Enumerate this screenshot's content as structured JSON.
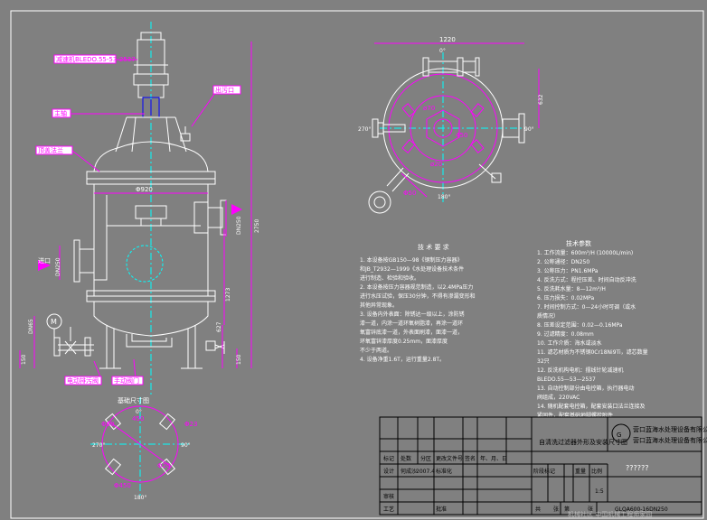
{
  "drawing": {
    "front_view": {
      "callouts": {
        "motor": "减速机BLEDO.55-53-2537",
        "outlet": "出污口",
        "shaft": "主轴",
        "top_flange": "顶盖法兰",
        "drain_valve": "电动排污阀",
        "manual_valve": "手动阀门"
      },
      "dims": {
        "dia": "Φ920",
        "outlet_dn": "DN250",
        "inlet_dn": "DN250",
        "dn65": "DN65",
        "height_total": "2750",
        "h1": "1273",
        "h2": "627",
        "h3": "150",
        "h4": "150"
      },
      "inlet_arrow_label": "进口",
      "motor_mark": "M"
    },
    "top_view": {
      "dims": {
        "width": "1220",
        "depth": "632",
        "a1": "ø70",
        "a2": "450",
        "a3": "ø20",
        "a4": "Φ50"
      },
      "angles": {
        "deg0": "0°",
        "deg90": "90°",
        "deg180": "180°",
        "deg270": "270°"
      }
    },
    "base_view": {
      "title": "基础尺寸图",
      "dims": {
        "d1": "Φ60",
        "d2": "450",
        "d3": "Φ23",
        "d4": "Φ450",
        "d5": "Φ20"
      },
      "angles": {
        "deg0": "0°",
        "deg90": "90°",
        "deg180": "180°",
        "deg270": "270°"
      }
    },
    "tech_requirements": {
      "title": "技 术 要 求",
      "lines": [
        "1. 本设备按GB150—98《钢制压力容器》",
        "和JB_T2932—1999《水处理设备技术条件",
        "进行制造、检验和验收。",
        "2. 本设备按压力容器规范制造，以2.4MPa压力",
        "进行水压试验，保压30分钟，不得有渗漏变形和",
        "其他异常现象。",
        "3. 设备内外表面：除锈达一级以上，涂防锈",
        "漆一道，内涂一道环氧树脂漆，再涂一道环",
        "氧富锌底漆一道，外表面刷漆，面漆一道，",
        "环氧富锌漆厚度0.25mm，面漆厚度",
        "不少于两道。",
        "4. 设备净重1.6T，运行重量2.8T。"
      ]
    },
    "tech_params": {
      "title": "技术参数",
      "lines": [
        "1. 工作流量：600m³/H (10000L/min)",
        "2. 公称通径：DN250",
        "3. 公称压力：PN1.6MPa",
        "4. 反洗方式：程控压差、时间自动反冲洗",
        "5. 反洗耗水量：8—12m³/H",
        "6. 压力损失：0.02MPa",
        "7. 时间控制方式：0—24小时可调（或水",
        "质情况）",
        "8. 压差设定范围：0.02—0.16MPa",
        "9. 过滤精度：0.08mm",
        "10. 工作介质：海水或淡水",
        "11. 滤芯材质为不锈钢0Cr18Ni9Ti，滤芯数量",
        "32只",
        "12. 反洗机构电机：摆线针轮减速机",
        "BLEDO.55—53—2537",
        "13. 自动控制部分由电控箱，执行器电动",
        "阀组成，220VAC",
        "14. 随机配套电控箱，配套安装口法兰连接及",
        "紧固件，配套基础地脚螺栓附件"
      ]
    },
    "title_block": {
      "product": "自清洗过滤器外形及安装尺寸图",
      "company1": "营口蓝海水处理设备有限公司",
      "company2": "营口蓝海水处理设备有限公司",
      "drawing_no": "GLQA600-16DN250",
      "question": "??????",
      "scale_value": "1:5",
      "headers": {
        "mark": "标记",
        "qty": "处数",
        "zone": "分区",
        "change_no": "更改文件号",
        "sign": "签名",
        "date": "年、月、日",
        "design": "设计",
        "standard": "标准化",
        "stage": "阶段标记",
        "weight": "重量",
        "ratio": "比例",
        "review": "审核",
        "process": "工艺",
        "approve": "批准",
        "total": "共",
        "sheet": "张",
        "page": "第",
        "page_sheet": "张"
      },
      "designer": "何成沙",
      "design_date": "2007.4"
    },
    "watermark": "机械社区 中国机械工程师家园"
  }
}
